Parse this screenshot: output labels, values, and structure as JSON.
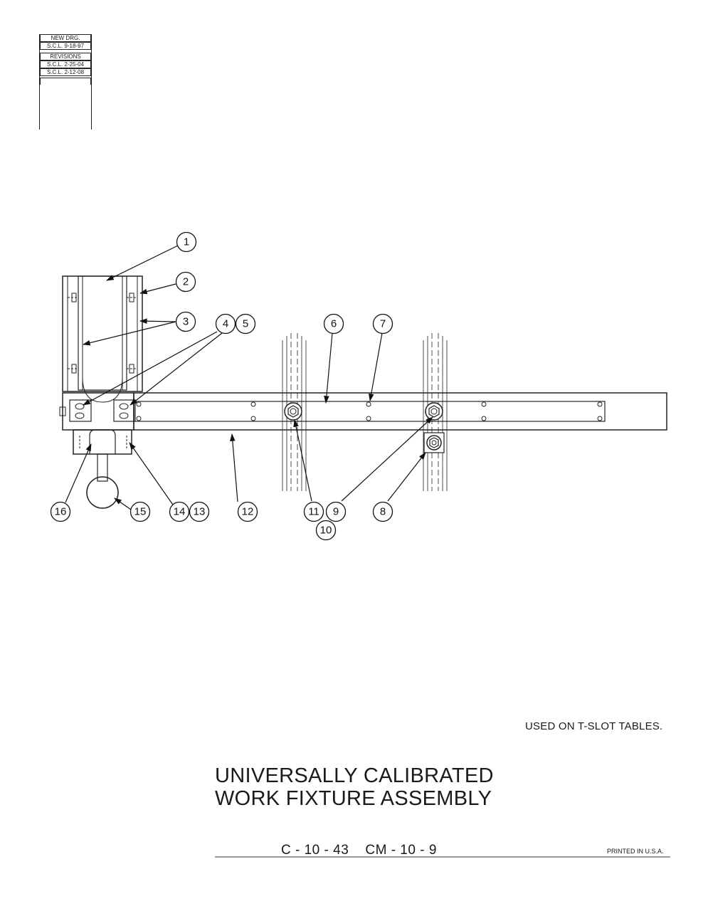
{
  "revision_block": {
    "new_drawing": "NEW DRG.",
    "new_drawing_date": "S.C.L. 9-18-97",
    "revisions_label": "REVISIONS",
    "revision_1": "S.C.L. 2-25-04",
    "revision_2": "S.C.L. 2-12-08"
  },
  "callouts": {
    "c1": "1",
    "c2": "2",
    "c3": "3",
    "c4": "4",
    "c5": "5",
    "c6": "6",
    "c7": "7",
    "c8": "8",
    "c9": "9",
    "c10": "10",
    "c11": "11",
    "c12": "12",
    "c13": "13",
    "c14": "14",
    "c15": "15",
    "c16": "16"
  },
  "notes": {
    "used_on": "USED ON T-SLOT TABLES."
  },
  "title_block": {
    "title_line1": "UNIVERSALLY CALIBRATED",
    "title_line2": "WORK FIXTURE ASSEMBLY",
    "drawing_number": "C - 10 - 43    CM - 10 - 9",
    "printed": "PRINTED IN U.S.A."
  }
}
